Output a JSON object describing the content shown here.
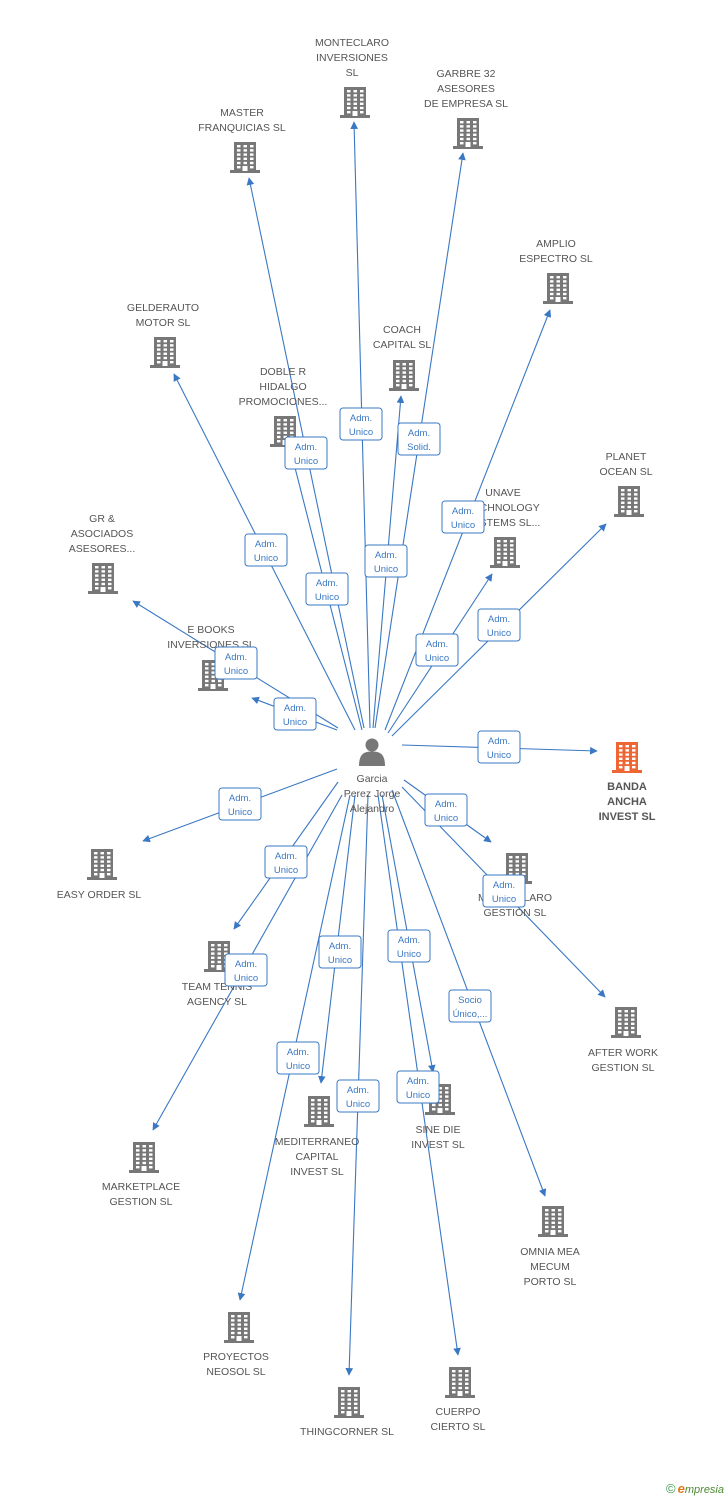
{
  "colors": {
    "edge": "#3a78c3",
    "building": "#777777",
    "focus_building": "#ee6633",
    "person": "#777777",
    "label_border": "#3a78c3"
  },
  "person": {
    "lines": [
      "Garcia",
      "Perez Jorge",
      "Alejandro"
    ],
    "icon": "person-icon"
  },
  "focus": {
    "lines": [
      "BANDA",
      "ANCHA",
      "INVEST SL"
    ],
    "icon": "building-icon"
  },
  "companies": [
    {
      "id": "monteclaro-inversiones",
      "lines": [
        "MONTECLARO",
        "INVERSIONES",
        "SL"
      ]
    },
    {
      "id": "garbre-32",
      "lines": [
        "GARBRE 32",
        "ASESORES",
        "DE EMPRESA  SL"
      ]
    },
    {
      "id": "master-franquicias",
      "lines": [
        "MASTER",
        "FRANQUICIAS SL"
      ]
    },
    {
      "id": "amplio-espectro",
      "lines": [
        "AMPLIO",
        "ESPECTRO  SL"
      ]
    },
    {
      "id": "gelderauto-motor",
      "lines": [
        "GELDERAUTO",
        "MOTOR SL"
      ]
    },
    {
      "id": "coach-capital",
      "lines": [
        "COACH",
        "CAPITAL  SL"
      ]
    },
    {
      "id": "doble-r-hidalgo",
      "lines": [
        "DOBLE R",
        "HIDALGO",
        "PROMOCIONES..."
      ]
    },
    {
      "id": "planet-ocean",
      "lines": [
        "PLANET",
        "OCEAN SL"
      ]
    },
    {
      "id": "unave-technology",
      "lines": [
        "UNAVE",
        "TECHNOLOGY",
        "SYSTEMS SL..."
      ]
    },
    {
      "id": "gr-asociados",
      "lines": [
        "GR &",
        "ASOCIADOS",
        "ASESORES..."
      ]
    },
    {
      "id": "e-books",
      "lines": [
        "E BOOKS",
        "INVERSIONES SL"
      ]
    },
    {
      "id": "easy-order",
      "lines": [
        "EASY ORDER SL"
      ]
    },
    {
      "id": "monteclaro-gestion",
      "lines": [
        "MONTECLARO",
        "GESTION  SL"
      ]
    },
    {
      "id": "team-tennis",
      "lines": [
        "TEAM TENNIS",
        "AGENCY  SL"
      ]
    },
    {
      "id": "after-work",
      "lines": [
        "AFTER WORK",
        "GESTION SL"
      ]
    },
    {
      "id": "marketplace",
      "lines": [
        "MARKETPLACE",
        "GESTION SL"
      ]
    },
    {
      "id": "mediterraneo",
      "lines": [
        "MEDITERRANEO",
        "CAPITAL",
        "INVEST  SL"
      ]
    },
    {
      "id": "sine-die",
      "lines": [
        "SINE DIE",
        "INVEST SL"
      ]
    },
    {
      "id": "omnia-mea",
      "lines": [
        "OMNIA MEA",
        "MECUM",
        "PORTO SL"
      ]
    },
    {
      "id": "proyectos-neosol",
      "lines": [
        "PROYECTOS",
        "NEOSOL  SL"
      ]
    },
    {
      "id": "thingcorner",
      "lines": [
        "THINGCORNER SL"
      ]
    },
    {
      "id": "cuerpo-cierto",
      "lines": [
        "CUERPO",
        "CIERTO SL"
      ]
    }
  ],
  "edges": [
    {
      "to": "monteclaro-inversiones",
      "label": [
        "Adm.",
        "Unico"
      ]
    },
    {
      "to": "garbre-32",
      "label": [
        "Adm.",
        "Solid."
      ]
    },
    {
      "to": "master-franquicias",
      "label": [
        "Adm.",
        "Unico"
      ]
    },
    {
      "to": "amplio-espectro",
      "label": [
        "Adm.",
        "Unico"
      ]
    },
    {
      "to": "gelderauto-motor",
      "label": [
        "Adm.",
        "Unico"
      ]
    },
    {
      "to": "coach-capital",
      "label": [
        "Adm.",
        "Unico"
      ]
    },
    {
      "to": "doble-r-hidalgo",
      "label": [
        "Adm.",
        "Unico"
      ]
    },
    {
      "to": "planet-ocean",
      "label": [
        "Adm.",
        "Unico"
      ]
    },
    {
      "to": "unave-technology",
      "label": [
        "Adm.",
        "Unico"
      ]
    },
    {
      "to": "gr-asociados",
      "label": [
        "Adm.",
        "Unico"
      ]
    },
    {
      "to": "e-books",
      "label": [
        "Adm.",
        "Unico"
      ]
    },
    {
      "to": "focus",
      "label": [
        "Adm.",
        "Unico"
      ]
    },
    {
      "to": "easy-order",
      "label": [
        "Adm.",
        "Unico"
      ]
    },
    {
      "to": "monteclaro-gestion",
      "label": [
        "Adm.",
        "Unico"
      ]
    },
    {
      "to": "team-tennis",
      "label": [
        "Adm.",
        "Unico"
      ]
    },
    {
      "to": "after-work",
      "label": [
        "Adm.",
        "Unico"
      ]
    },
    {
      "to": "marketplace",
      "label": [
        "Adm.",
        "Unico"
      ]
    },
    {
      "to": "mediterraneo",
      "label": [
        "Adm.",
        "Unico"
      ]
    },
    {
      "to": "sine-die",
      "label": [
        "Adm.",
        "Unico"
      ]
    },
    {
      "to": "omnia-mea",
      "label": [
        "Socio",
        "Único,..."
      ]
    },
    {
      "to": "proyectos-neosol",
      "label": [
        "Adm.",
        "Unico"
      ]
    },
    {
      "to": "thingcorner",
      "label": [
        "Adm.",
        "Unico"
      ]
    },
    {
      "to": "cuerpo-cierto",
      "label": [
        "Adm.",
        "Unico"
      ]
    }
  ],
  "brand": {
    "copyright": "©",
    "initial": "e",
    "rest": "mpresia"
  }
}
